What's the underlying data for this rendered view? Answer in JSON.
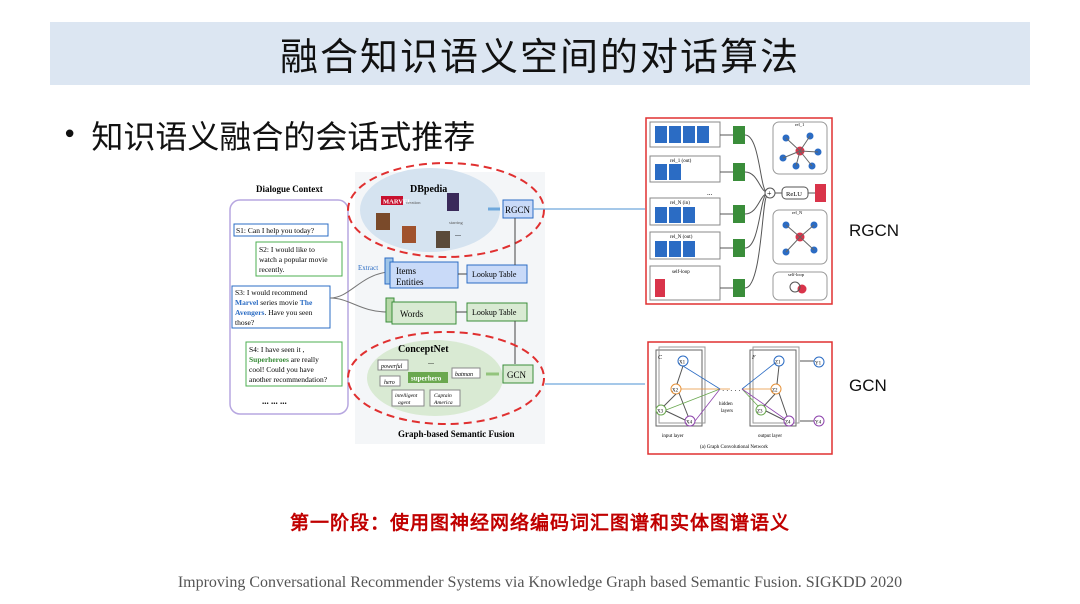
{
  "title": "融合知识语义空间的对话算法",
  "bullet": "知识语义融合的会话式推荐",
  "stage_text": "第一阶段：使用图神经网络编码词汇图谱和实体图谱语义",
  "citation": "Improving Conversational Recommender Systems via Knowledge Graph based Semantic Fusion. SIGKDD 2020",
  "left_figure": {
    "dialogue_title": "Dialogue Context",
    "s1": "S1: Can I help you today?",
    "s2": [
      "S2: I would like to",
      "watch a popular movie",
      "recently."
    ],
    "s3_line1": "S3: I would recommend",
    "s3_line2_marvel": "Marvel",
    "s3_line2_rest": " series movie ",
    "s3_line2_avengers": "The",
    "s3_line3_avengers": "Avengers",
    "s3_line3_rest": ". Have you seen",
    "s3_line4": "those?",
    "s4_line1": "S4: I have seen it ,",
    "s4_line2_hl": "Superheroes",
    "s4_line2_rest": " are really",
    "s4_line3": "cool! Could you have",
    "s4_line4": "another recommendation?",
    "ellipsis": "... ... ...",
    "extract": "Extract",
    "dbpedia": "DBpedia",
    "marvel_logo": "MARVEL",
    "db_rel1": "creation",
    "db_rel2": "starring",
    "db_dots": "...",
    "rgcn_box": "RGCN",
    "items_entities": [
      "Items",
      "Entities"
    ],
    "words": "Words",
    "lookup1": "Lookup Table",
    "lookup2": "Lookup Table",
    "conceptnet": "ConceptNet",
    "cn_powerful": "powerful",
    "cn_hero": "hero",
    "cn_superhero": "superhero",
    "cn_batman": "batman",
    "cn_agent": [
      "intelligent",
      "agent"
    ],
    "cn_captain": [
      "Captain",
      "America"
    ],
    "cn_dots": "...",
    "gcn_box": "GCN",
    "footer": "Graph-based Semantic Fusion"
  },
  "rgcn_figure": {
    "label": "RGCN",
    "rows": [
      "rel_1 (out)",
      "rel_N (in)",
      "rel_N (out)",
      "self-loop"
    ],
    "dots": "...",
    "relu": "ReLU",
    "plus": "+",
    "rel_1": "rel_1",
    "rel_N": "rel_N",
    "self_loop": "self-loop"
  },
  "gcn_figure": {
    "label": "GCN",
    "c": "C",
    "f": "F",
    "hidden": [
      "hidden",
      "layers"
    ],
    "input_layer": "input layer",
    "output_layer": "output layer",
    "caption": "(a) Graph Convolutional Network",
    "dots": "· · · · ·",
    "x_nodes": [
      "X1",
      "X2",
      "X3",
      "X4"
    ],
    "z_nodes": [
      "Z1",
      "Z2",
      "Z3",
      "Z4"
    ],
    "y_nodes": [
      "Y1",
      "Y4"
    ]
  },
  "colors": {
    "title_bg": "#dce6f2",
    "stage_red": "#c00000",
    "frame_red": "#e03030",
    "blue_box": "#2b6cc4",
    "green_box": "#3a8d3a"
  }
}
